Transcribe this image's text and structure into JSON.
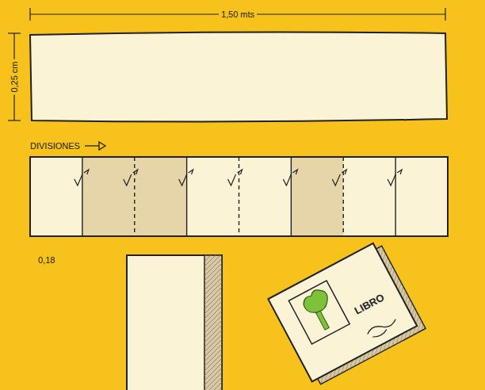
{
  "diagram": {
    "labels": [
      "1,50 mts",
      "0,25 cm",
      "DIVISIONES",
      "0,18",
      "LIBRO"
    ]
  }
}
